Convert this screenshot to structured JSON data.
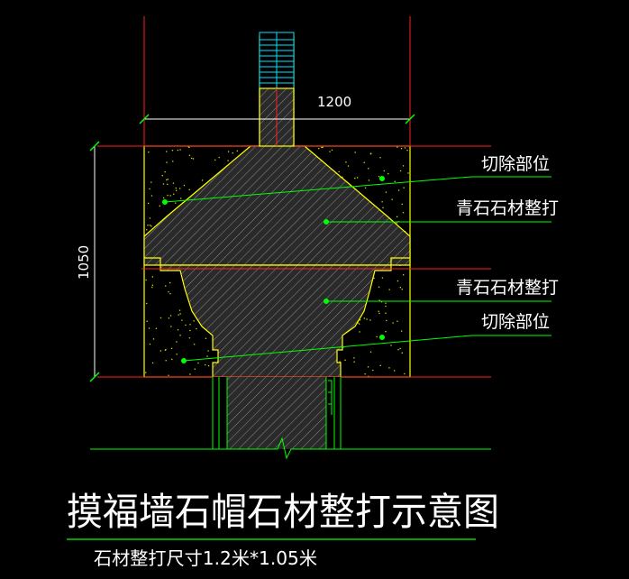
{
  "dimensions": {
    "width_value": "1200",
    "height_value": "1050"
  },
  "labels": {
    "cut_upper": "切除部位",
    "stone_upper": "青石石材整打",
    "stone_lower": "青石石材整打",
    "cut_lower": "切除部位"
  },
  "title": "摸福墙石帽石材整打示意图",
  "subtitle": "石材整打尺寸1.2米*1.05米",
  "colors": {
    "background": "#000000",
    "red_line": "#ff2020",
    "yellow_outline": "#ffff00",
    "green_leader": "#00ff00",
    "hatch": "#7a7a7a",
    "cyan_brick": "#00e5ff",
    "white_text": "#ffffff"
  }
}
